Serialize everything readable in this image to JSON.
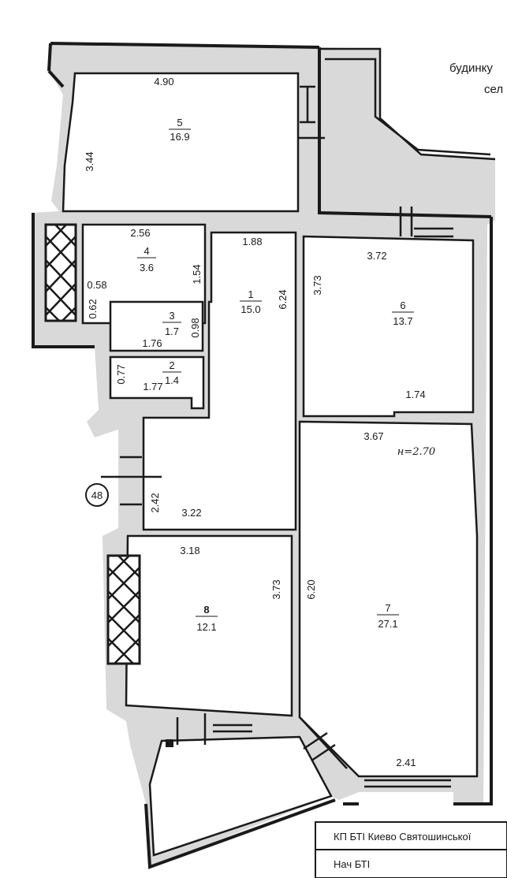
{
  "corner_text": {
    "line1": "будинку",
    "line2": "сел"
  },
  "rooms": [
    {
      "id": "5",
      "number": "5",
      "area": "16.9"
    },
    {
      "id": "4",
      "number": "4",
      "area": "3.6"
    },
    {
      "id": "3",
      "number": "3",
      "area": "1.7"
    },
    {
      "id": "2",
      "number": "2",
      "area": "1.4"
    },
    {
      "id": "1",
      "number": "1",
      "area": "15.0"
    },
    {
      "id": "6",
      "number": "6",
      "area": "13.7"
    },
    {
      "id": "7",
      "number": "7",
      "area": "27.1"
    },
    {
      "id": "8",
      "number": "8",
      "area": "12.1"
    }
  ],
  "dimensions": {
    "r5_top": "4.90",
    "r5_left": "3.44",
    "r4_top": "2.56",
    "r4_right": "1.54",
    "r4_left_a": "0.58",
    "r4_left_b": "0.62",
    "r3_right": "0.98",
    "r3_bottom": "1.76",
    "r2_left": "0.77",
    "r2_bottom": "1.77",
    "r1_top": "1.88",
    "r1_right": "6.24",
    "r1_left": "2.42",
    "r1_bottom": "3.22",
    "r6_top": "3.72",
    "r6_left": "3.73",
    "r6_bottom": "1.74",
    "r7_top": "3.67",
    "r7_left": "6.20",
    "r7_bottom": "2.41",
    "r8_top": "3.18",
    "r8_right": "3.73"
  },
  "ceiling_note": "н=2.70",
  "axis_marker": "48",
  "stamp": {
    "org": "КП БТІ Киево Святошинської",
    "head": "Нач БТІ"
  }
}
